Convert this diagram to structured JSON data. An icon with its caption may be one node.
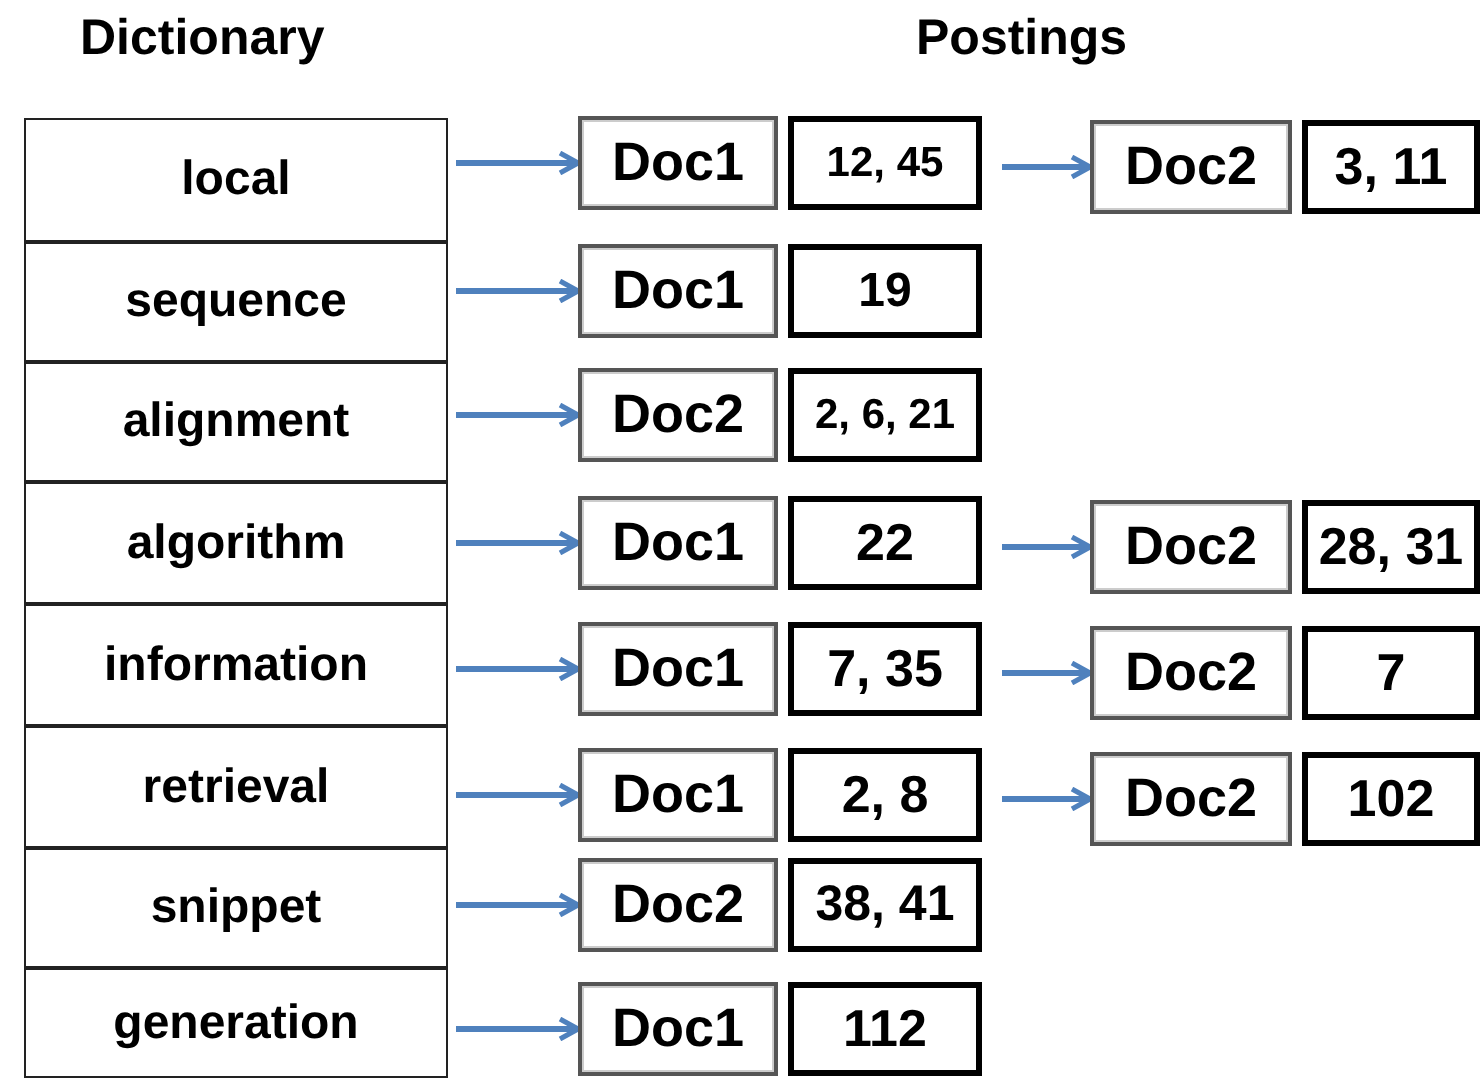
{
  "diagram": {
    "nodes": [
      {
        "text": [
          "local"
        ]
      },
      {
        "text": [
          "sequence"
        ]
      },
      {
        "text": [
          "alignment"
        ]
      },
      {
        "text": [
          "algorithm"
        ]
      },
      {
        "text": [
          "information"
        ]
      },
      {
        "text": [
          "retrieval"
        ]
      },
      {
        "text": [
          "snippet"
        ]
      },
      {
        "text": [
          "generation"
        ]
      },
      {
        "text": [
          "Doc1"
        ]
      },
      {
        "text": [
          "12, 45"
        ]
      },
      {
        "text": [
          "Doc2"
        ]
      },
      {
        "text": [
          "3, 11"
        ]
      },
      {
        "text": [
          "Doc1"
        ]
      },
      {
        "text": [
          "19"
        ]
      },
      {
        "text": [
          "Doc2"
        ]
      },
      {
        "text": [
          "2, 6, 21"
        ]
      },
      {
        "text": [
          "Doc1"
        ]
      },
      {
        "text": [
          "22"
        ]
      },
      {
        "text": [
          "Doc2"
        ]
      },
      {
        "text": [
          "28, 31"
        ]
      },
      {
        "text": [
          "Doc1"
        ]
      },
      {
        "text": [
          "7, 35"
        ]
      },
      {
        "text": [
          "Doc2"
        ]
      },
      {
        "text": [
          "7"
        ]
      },
      {
        "text": [
          "Doc1"
        ]
      },
      {
        "text": [
          "2, 8"
        ]
      },
      {
        "text": [
          "Doc2"
        ]
      },
      {
        "text": [
          "102"
        ]
      },
      {
        "text": [
          "Doc2"
        ]
      },
      {
        "text": [
          "38, 41"
        ]
      },
      {
        "text": [
          "Doc1"
        ]
      },
      {
        "text": [
          "112"
        ]
      }
    ],
    "edges": [
      {
        "from": 0,
        "to": 8,
        "arrow": "to"
      },
      {
        "from": 9,
        "to": 10,
        "arrow": "to"
      },
      {
        "from": 1,
        "to": 12,
        "arrow": "to"
      },
      {
        "from": 2,
        "to": 14,
        "arrow": "to"
      },
      {
        "from": 3,
        "to": 16,
        "arrow": "to"
      },
      {
        "from": 17,
        "to": 18,
        "arrow": "to"
      },
      {
        "from": 4,
        "to": 20,
        "arrow": "to"
      },
      {
        "from": 21,
        "to": 22,
        "arrow": "to"
      },
      {
        "from": 5,
        "to": 24,
        "arrow": "to"
      },
      {
        "from": 25,
        "to": 26,
        "arrow": "to"
      },
      {
        "from": 6,
        "to": 28,
        "arrow": "to"
      },
      {
        "from": 7,
        "to": 30,
        "arrow": "to"
      }
    ],
    "labels": [
      "Dictionary",
      "Postings"
    ]
  }
}
